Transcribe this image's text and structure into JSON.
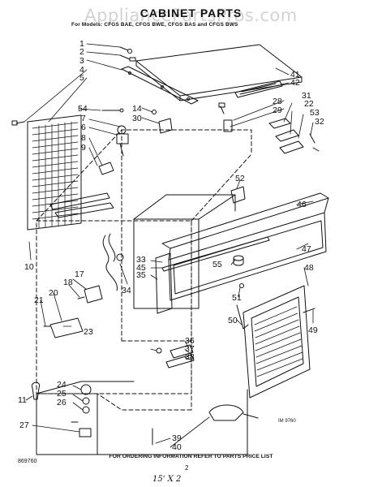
{
  "watermark": "AppliancePartsPros.com",
  "title": "CABINET PARTS",
  "subtitle": "For Models: CFGS BAE, CFGS BWE, CFGS BAS and CFGS BWS",
  "footer": "FOR ORDERING INFORMATION REFER TO PARTS PRICE LIST",
  "page_number": "2",
  "doc_code": "869760",
  "fig_ref": "IM 9760",
  "handwritten_note": "15' X 2",
  "callouts": [
    "1",
    "2",
    "3",
    "4",
    "5",
    "6",
    "7",
    "8",
    "9",
    "10",
    "11",
    "14",
    "17",
    "18",
    "20",
    "21",
    "22",
    "23",
    "24",
    "25",
    "26",
    "27",
    "28",
    "29",
    "30",
    "31",
    "32",
    "33",
    "34",
    "35",
    "36",
    "37",
    "38",
    "39",
    "40",
    "41",
    "42",
    "45",
    "46",
    "47",
    "48",
    "49",
    "50",
    "51",
    "52",
    "53",
    "54",
    "55"
  ]
}
